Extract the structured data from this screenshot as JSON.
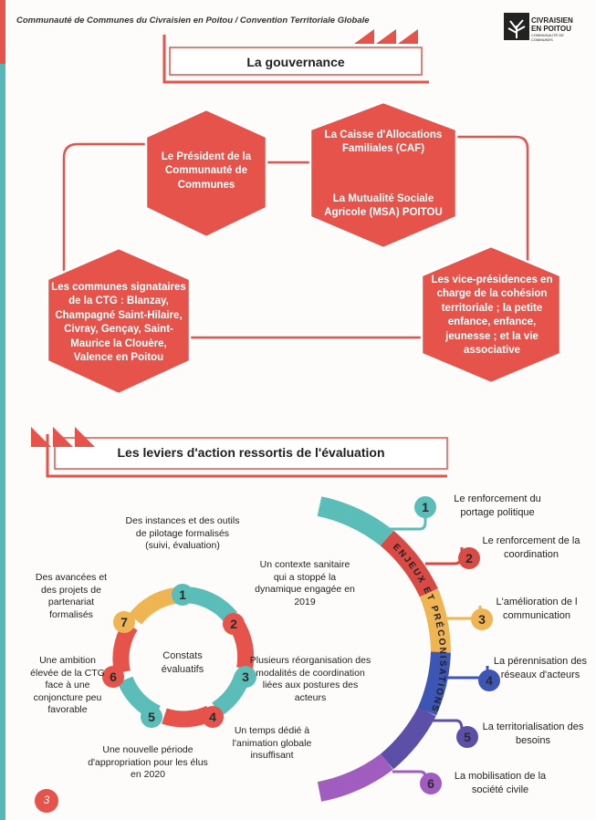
{
  "header": {
    "title": "Communauté de Communes du Civraisien en Poitou / Convention Territoriale Globale",
    "logo_line1": "CIVRAISIEN",
    "logo_line2": "EN POITOU",
    "logo_line3": "COMMUNAUTÉ DE COMMUNES"
  },
  "gouvernance": {
    "title": "La gouvernance",
    "president": "Le Président de la Communauté de Communes",
    "caf": "La Caisse d'Allocations Familiales (CAF)",
    "msa": "La Mutualité Sociale Agricole (MSA) POITOU",
    "communes": "Les communes signataires de la CTG : Blanzay, Champagné Saint-Hilaire, Civray, Gençay, Saint-Maurice la Clouère, Valence en Poitou",
    "vice": "Les vice-présidences en charge de la cohésion territoriale ; la petite enfance, enfance, jeunesse ; et la vie associative"
  },
  "leviers": {
    "title": "Les leviers d'action ressortis de l'évaluation",
    "center": "Constats évaluatifs",
    "constats": [
      {
        "n": "1",
        "text": "Des instances et des outils de pilotage formalisés (suivi, évaluation)"
      },
      {
        "n": "2",
        "text": "Un contexte sanitaire qui a stoppé la dynamique engagée en 2019"
      },
      {
        "n": "3",
        "text": "Plusieurs réorganisation des modalités de coordination liées aux postures des acteurs"
      },
      {
        "n": "4",
        "text": "Un temps dédié à l'animation globale insuffisant"
      },
      {
        "n": "5",
        "text": "Une nouvelle période d'appropriation pour les élus en 2020"
      },
      {
        "n": "6",
        "text": "Une ambition élevée de la CTG face à une conjoncture peu favorable"
      },
      {
        "n": "7",
        "text": "Des avancées et des projets de partenariat formalisés"
      }
    ],
    "arc_label": "ENJEUX ET PRÉCONISATIONS",
    "enjeux": [
      {
        "n": "1",
        "text": "Le renforcement du portage politique",
        "color": "#5bbdb7"
      },
      {
        "n": "2",
        "text": "Le renforcement de la coordination",
        "color": "#d94a45"
      },
      {
        "n": "3",
        "text": "L'amélioration de l communication",
        "color": "#efb553"
      },
      {
        "n": "4",
        "text": "La pérennisation des réseaux d'acteurs",
        "color": "#3d56b6"
      },
      {
        "n": "5",
        "text": "La territorialisation des besoins",
        "color": "#5c4fa8"
      },
      {
        "n": "6",
        "text": "La mobilisation de la société civile",
        "color": "#a15cc0"
      }
    ]
  },
  "page_number": "3",
  "colors": {
    "red": "#e5534b",
    "teal": "#5bbdb7",
    "yellow": "#efb553",
    "blue": "#3d56b6",
    "indigo": "#5c4fa8",
    "purple": "#a15cc0"
  }
}
